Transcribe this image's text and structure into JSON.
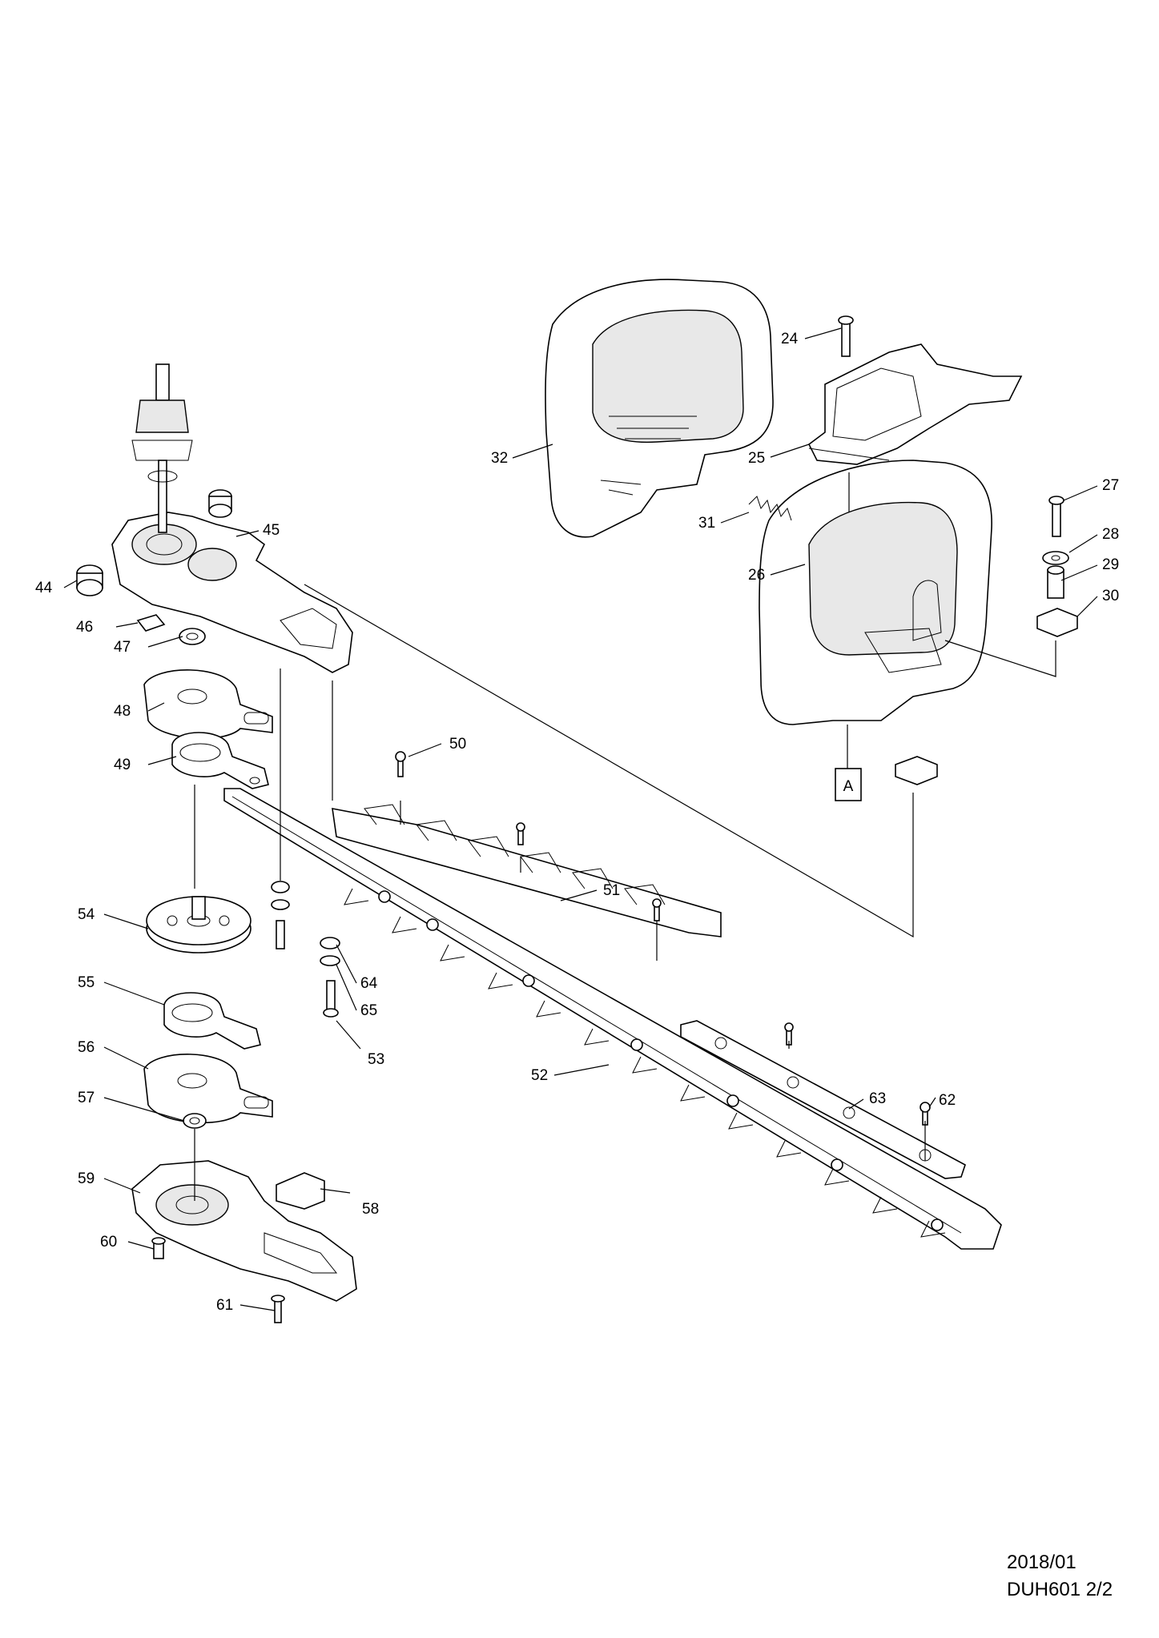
{
  "part_numbers": {
    "p24": "24",
    "p25": "25",
    "p26": "26",
    "p27": "27",
    "p28": "28",
    "p29": "29",
    "p30": "30",
    "p31": "31",
    "p32": "32",
    "p44": "44",
    "p45": "45",
    "p46": "46",
    "p47": "47",
    "p48": "48",
    "p49": "49",
    "p50": "50",
    "p51": "51",
    "p52": "52",
    "p53": "53",
    "p54": "54",
    "p55": "55",
    "p56": "56",
    "p57": "57",
    "p58": "58",
    "p59": "59",
    "p60": "60",
    "p61": "61",
    "p62": "62",
    "p63": "63",
    "p64": "64",
    "p65": "65"
  },
  "reference_box": "A",
  "footer": {
    "date": "2018/01",
    "model_page": "DUH601 2/2"
  },
  "colors": {
    "line": "#000000",
    "background": "#ffffff",
    "shade": "#e8e8e8"
  }
}
